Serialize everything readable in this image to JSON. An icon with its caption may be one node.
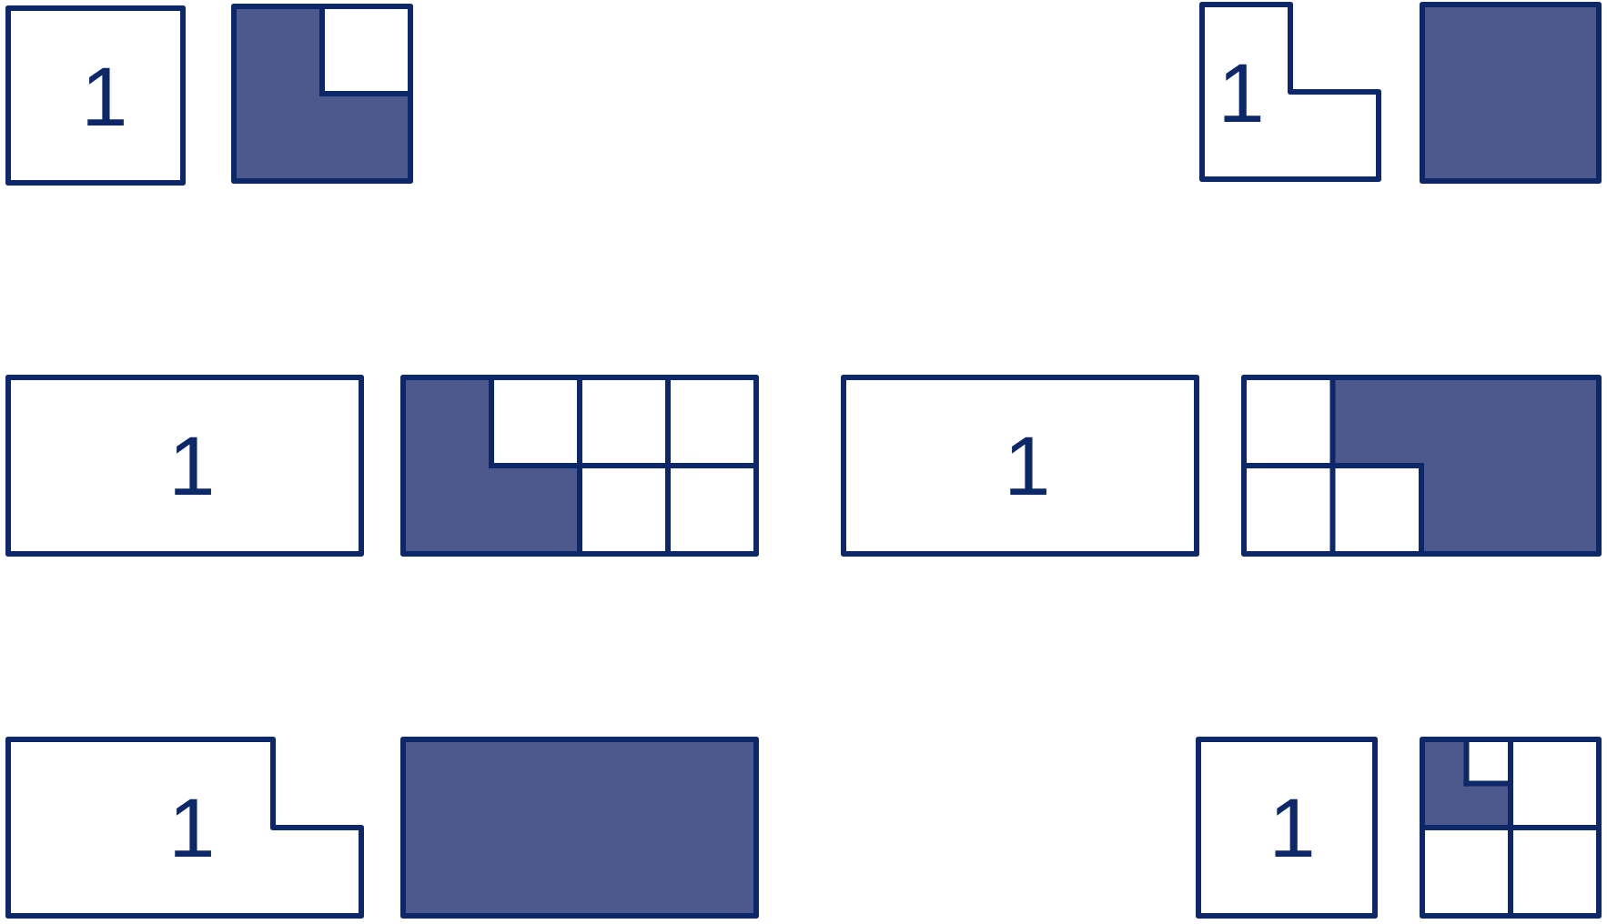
{
  "diagram": {
    "nodes": [
      {
        "text": [
          "1"
        ]
      },
      {
        "text": [],
        "shape": "box"
      },
      {
        "text": [
          "1"
        ]
      },
      {
        "text": [],
        "shape": "box"
      },
      {
        "text": [
          "1"
        ]
      },
      {
        "text": [],
        "shape": "box"
      },
      {
        "text": [
          "1"
        ]
      },
      {
        "text": [],
        "shape": "box"
      },
      {
        "text": [
          "1"
        ]
      },
      {
        "text": [],
        "shape": "box"
      },
      {
        "text": [
          "1"
        ]
      },
      {
        "text": [],
        "shape": "box"
      }
    ]
  }
}
